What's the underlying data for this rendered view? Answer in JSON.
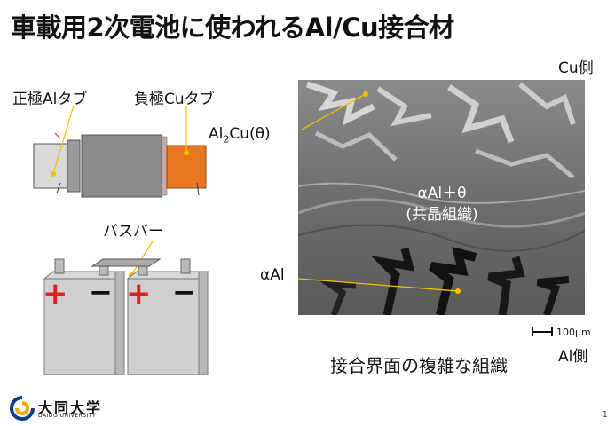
{
  "slide": {
    "title": "車載用2次電池に使われるAl/Cu接合材",
    "page_number": "1"
  },
  "battery_diagram": {
    "neg_tab_label": "正極Alタブ",
    "pos_tab_label": "負極Cuタブ",
    "busbar_label": "バスバー",
    "plus_sign": "+",
    "minus_sign": "−",
    "colors": {
      "cu_tab": "#e87722",
      "al_tab": "#d9d9d9",
      "cell_body": "#8c8c8c",
      "plus": "#e02020",
      "leader": "#f2c200"
    }
  },
  "micrograph": {
    "side_top": "Cu側",
    "side_bottom": "Al側",
    "phase_theta_base": "Al",
    "phase_theta_sub": "2",
    "phase_theta_rest": "Cu(θ)",
    "eutectic_line1": "αAl＋θ",
    "eutectic_line2": "(共晶組織)",
    "alpha_label": "αAl",
    "scale_bar": "100μm",
    "caption": "接合界面の複雑な組織"
  },
  "logo": {
    "name": "大同大学",
    "subtitle": "DAIDO UNIVERSITY"
  }
}
